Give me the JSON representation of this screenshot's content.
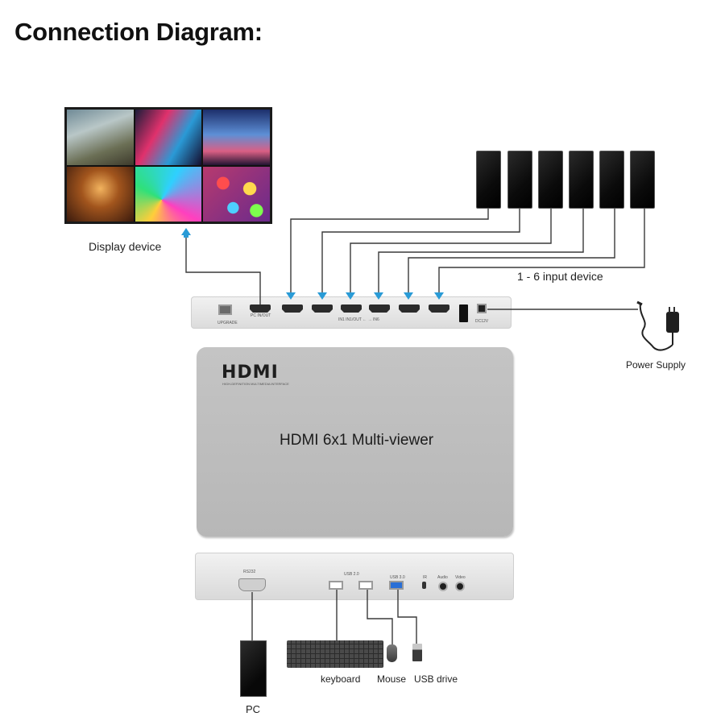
{
  "title": "Connection Diagram:",
  "labels": {
    "display_device": "Display device",
    "input_devices": "1 - 6 input device",
    "power_supply": "Power Supply",
    "keyboard": "keyboard",
    "mouse": "Mouse",
    "usb_drive": "USB drive",
    "pc": "PC"
  },
  "device": {
    "logo": "HDMI",
    "logo_tagline": "HIGH-DEFINITION MULTIMEDIA INTERFACE",
    "name": "HDMI 6x1 Multi-viewer"
  },
  "back_panel": {
    "ports": {
      "rj45": "UPGRADE",
      "hdmi_out": "PC IN/OUT",
      "hdmi_inputs": "IN1 IN1/OUT ← → IN6",
      "dc": "DC12V"
    }
  },
  "front_panel": {
    "ports": {
      "rs232": "RS232",
      "usb2": "USB 2.0",
      "usb3": "USB 3.0",
      "ir": "IR",
      "audio": "Audio",
      "video": "Video"
    }
  },
  "colors": {
    "arrow": "#2a9bd6",
    "wire": "#3a3a3a",
    "device_body": "#bdbdbd"
  },
  "icons": [
    "monitor-icon",
    "phone-icon",
    "power-adapter-icon",
    "pc-tower-icon",
    "keyboard-icon",
    "mouse-icon",
    "usb-drive-icon"
  ]
}
